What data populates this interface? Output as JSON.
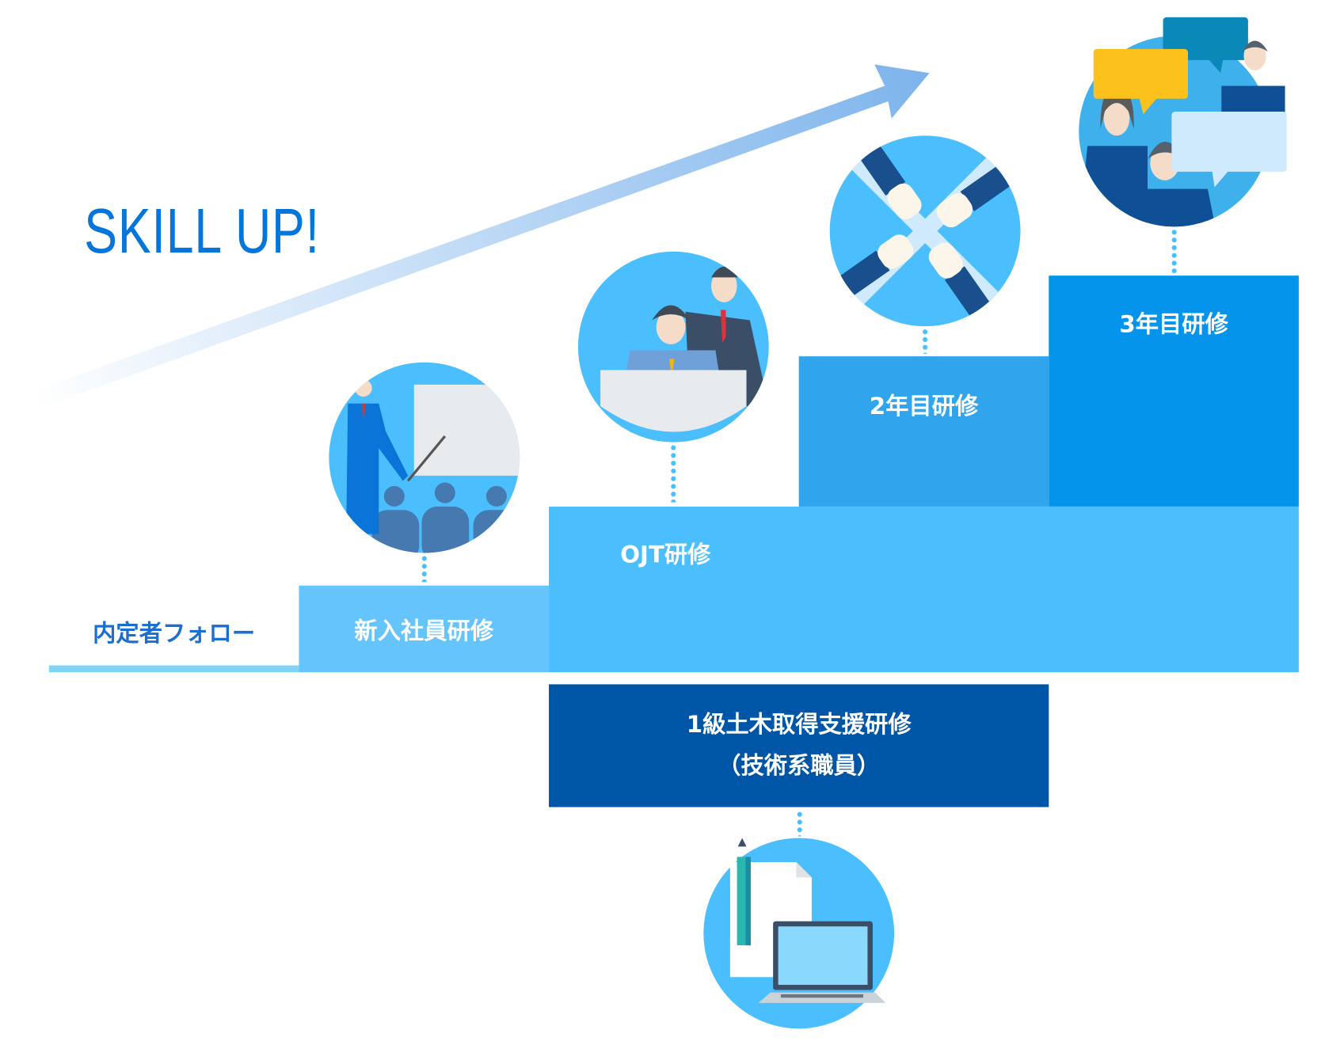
{
  "headline": "SKILL UP!",
  "steps": [
    {
      "label": "内定者フォロー"
    },
    {
      "label": "新入社員研修"
    },
    {
      "label": "OJT研修"
    },
    {
      "label": "2年目研修"
    },
    {
      "label": "3年目研修"
    }
  ],
  "support": {
    "line1": "1級土木取得支援研修",
    "line2": "（技術系職員）"
  },
  "colors": {
    "headline": "#0475db",
    "follow_line": "#7fd3f7",
    "step_new": "#66c4fd",
    "step_ojt": "#4bbffd",
    "step_2nd": "#30a5ee",
    "step_3rd": "#0594ec",
    "support": "#0056a6"
  }
}
